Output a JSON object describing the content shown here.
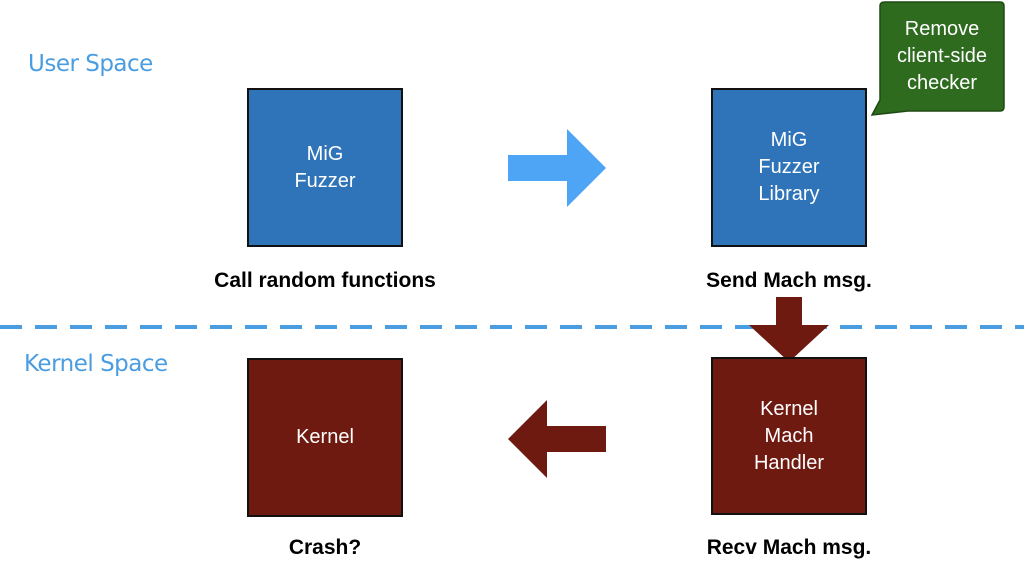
{
  "sections": {
    "user": "User Space",
    "kernel": "Kernel Space"
  },
  "boxes": {
    "fuzzer": "MiG\nFuzzer",
    "library": "MiG\nFuzzer\nLibrary",
    "handler": "Kernel\nMach\nHandler",
    "kernel": "Kernel"
  },
  "captions": {
    "call": "Call random functions",
    "send": "Send Mach msg.",
    "crash": "Crash?",
    "recv": "Recv Mach msg."
  },
  "callout": {
    "text": "Remove\nclient-side\nchecker"
  },
  "colors": {
    "section_label": "#4a9de0",
    "user_box": "#2f73b8",
    "kernel_box": "#6e1a10",
    "user_arrow": "#4ea5f5",
    "kernel_arrow": "#6e1a10",
    "divider": "#4a9de0",
    "callout_fill": "#2e6b1e",
    "callout_border": "#1e4a12"
  }
}
